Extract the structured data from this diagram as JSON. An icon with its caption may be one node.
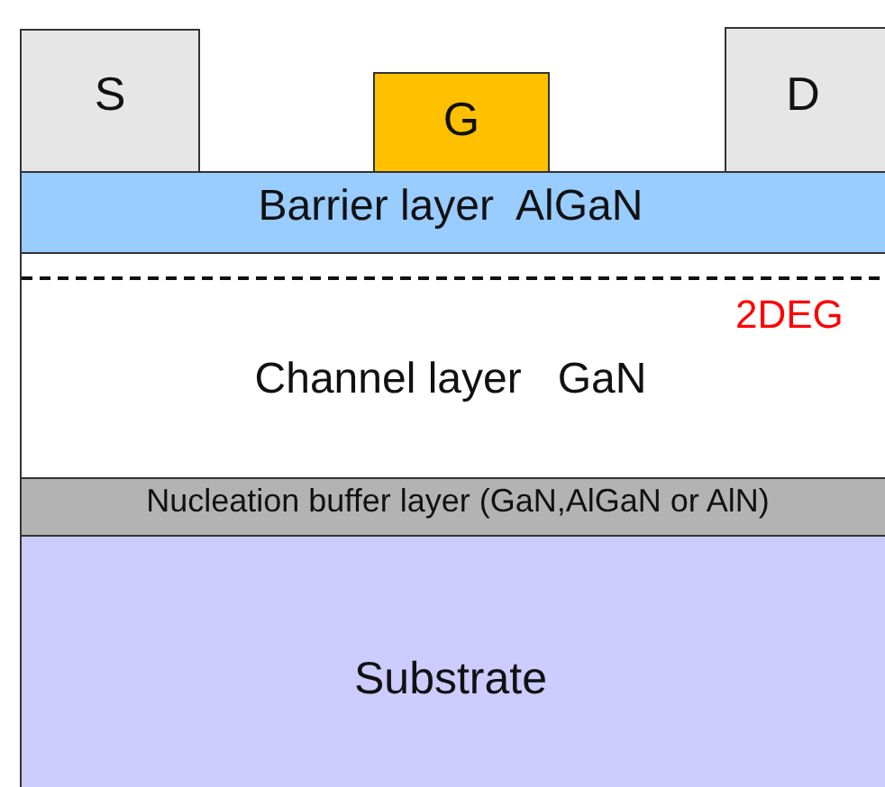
{
  "diagram": {
    "nodes": [
      {
        "text": [
          "S"
        ]
      },
      {
        "text": [
          "G"
        ]
      },
      {
        "text": [
          "D"
        ]
      },
      {
        "text": [
          "Barrier layer  AlGaN"
        ]
      },
      {
        "text": [
          "Channel layer   GaN"
        ]
      },
      {
        "text": [
          "Nucleation buffer layer (GaN,AlGaN or AlN)"
        ]
      },
      {
        "text": [
          "Substrate"
        ]
      }
    ],
    "labels": [
      "2DEG"
    ]
  }
}
